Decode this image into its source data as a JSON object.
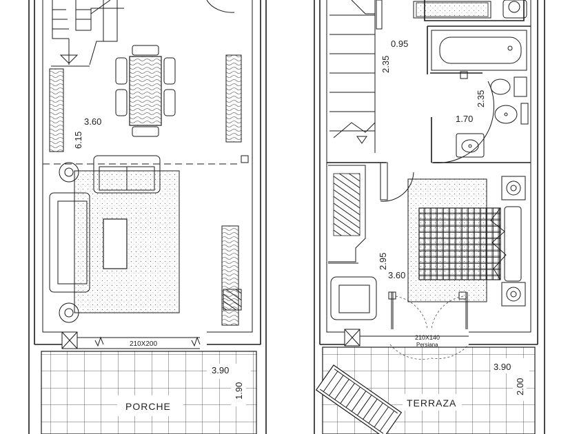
{
  "ground_floor": {
    "dim_room_width": "3.60",
    "dim_room_length": "6.15",
    "door_size": "210X200",
    "porch_label": "PORCHE",
    "porch_width": "3.90",
    "porch_depth": "1.90"
  },
  "upper_floor": {
    "dim_hall": "0.95",
    "dim_hall_length": "2.35",
    "dim_bath_length": "2.35",
    "dim_bath_width": "1.70",
    "dim_bedroom_length": "2.95",
    "dim_bedroom_width": "3.60",
    "door_size": "210X140",
    "door_note": "Persiana",
    "terrace_label": "TERRAZA",
    "terrace_width": "3.90",
    "terrace_depth": "2.00"
  },
  "colors": {
    "line": "#1a1a1a",
    "background": "#ffffff"
  }
}
